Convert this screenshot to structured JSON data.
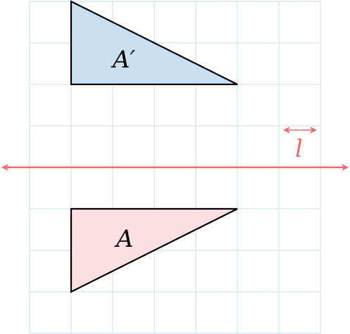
{
  "diagram": {
    "image_label": "A′",
    "original_label": "A",
    "line_label": "l",
    "colors": {
      "grid": "#c8dfe9",
      "image_fill": "#cadff0",
      "original_fill": "#fde0e1",
      "outline": "#000000",
      "line": "#ee6a6e"
    },
    "grid": {
      "columns": 7,
      "rows": 8
    },
    "shapes": {
      "image_vertices": [
        [
          1,
          0
        ],
        [
          1,
          2
        ],
        [
          5,
          2
        ]
      ],
      "original_vertices": [
        [
          1,
          5
        ],
        [
          1,
          7
        ],
        [
          5,
          5
        ]
      ],
      "line_row": 4
    }
  }
}
